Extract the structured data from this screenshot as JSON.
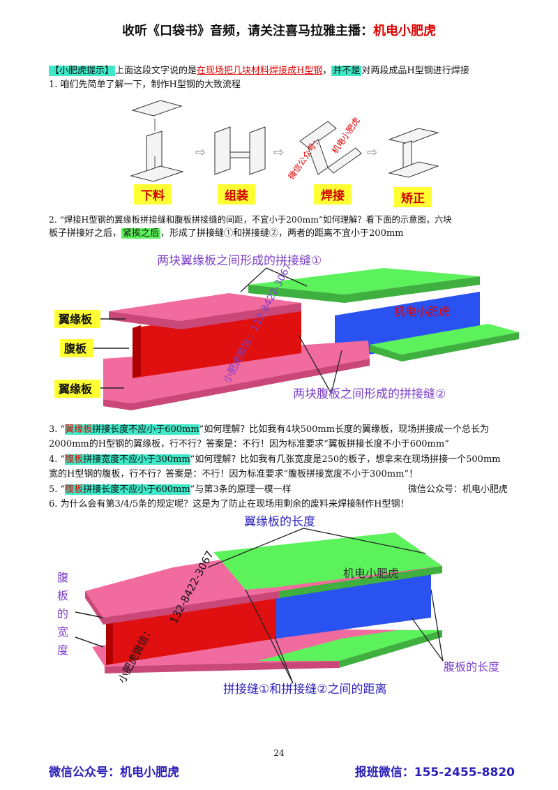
{
  "header": {
    "title_prefix": "收听《口袋书》音频，请关注喜马拉雅主播：",
    "title_highlight": "机电小肥虎"
  },
  "tip": {
    "label": "【小肥虎提示】",
    "t1": "上面这段文字说的是",
    "t2": "在现场把几块材料焊接成H型钢",
    "t3": "，",
    "t4": "并不是",
    "t5": "对两段成品H型钢进行焊接"
  },
  "item1": "1. 咱们先简单了解一下，制作H型钢的大致流程",
  "flow": {
    "steps": [
      "下料",
      "组装",
      "焊接",
      "矫正"
    ],
    "watermark_line1": "微信公众号：",
    "watermark_line2": "机电小肥虎"
  },
  "item2": {
    "line1": "2. “焊接H型钢的翼缘板拼接缝和腹板拼接缝的间距，不宜小于200mm”如何理解？看下面的示意图，六块",
    "line2a": "板子拼接好之后，",
    "line2b": "紧挨之后",
    "line2c": "，形成了拼接缝①和拼接缝②，两者的距离不宜小于200mm"
  },
  "diagram1": {
    "top_label": "两块翼缘板之间形成的拼接缝①",
    "label_flange_top": "翼缘板",
    "label_web": "腹板",
    "label_flange_bottom": "翼缘板",
    "brand": "机电小肥虎",
    "watermark_diag": "小肥虎微信：132-8422-3067",
    "bottom_label": "两块腹板之间形成的拼接缝②"
  },
  "item3": {
    "a": "3. “",
    "b": "翼缘板",
    "c": "拼接长度不应小于600mm",
    "d": "”如何理解？比如我有4块500mm长度的翼缘板，现场拼接成一个总长为",
    "line2": "2000mm的H型钢的翼缘板，行不行？答案是：不行！因为标准要求“翼板拼接长度不小于600mm”"
  },
  "item4": {
    "a": "4. “",
    "b": "腹板",
    "c": "拼接宽度不应小于300mm",
    "d": "”如何理解？比如我有几张宽度是250的板子，想拿来在现场拼接一个500mm",
    "line2": "宽的H型钢的腹板，行不行？答案是：不行！因为标准要求“腹板拼接宽度不小于300mm”！"
  },
  "item5": {
    "a": "5. “",
    "b": "腹板",
    "c": "拼接长度不应小于600mm",
    "d": "”与第3条的原理一模一样",
    "right": "微信公众号：机电小肥虎"
  },
  "item6": "6. 为什么会有第3/4/5条的规定呢？这是为了防止在现场用剩余的废料来焊接制作H型钢！",
  "diagram2": {
    "top_label": "翼缘板的长度",
    "brand": "机电小肥虎",
    "watermark_phone": "132-8422-3067",
    "watermark_wx": "小肥虎微信：",
    "left_label": [
      "腹",
      "板",
      "的",
      "宽",
      "度"
    ],
    "right_label": "腹板的长度",
    "bottom_label": "拼接缝①和拼接缝②之间的距离"
  },
  "page_number": "24",
  "footer": {
    "left": "微信公众号：机电小肥虎",
    "right": "报班微信：155-2455-8820"
  },
  "colors": {
    "pink": "#f26b9e",
    "green": "#5cf25c",
    "red": "#e01010",
    "blue": "#2a52f0",
    "purple": "#7b3fc9"
  }
}
